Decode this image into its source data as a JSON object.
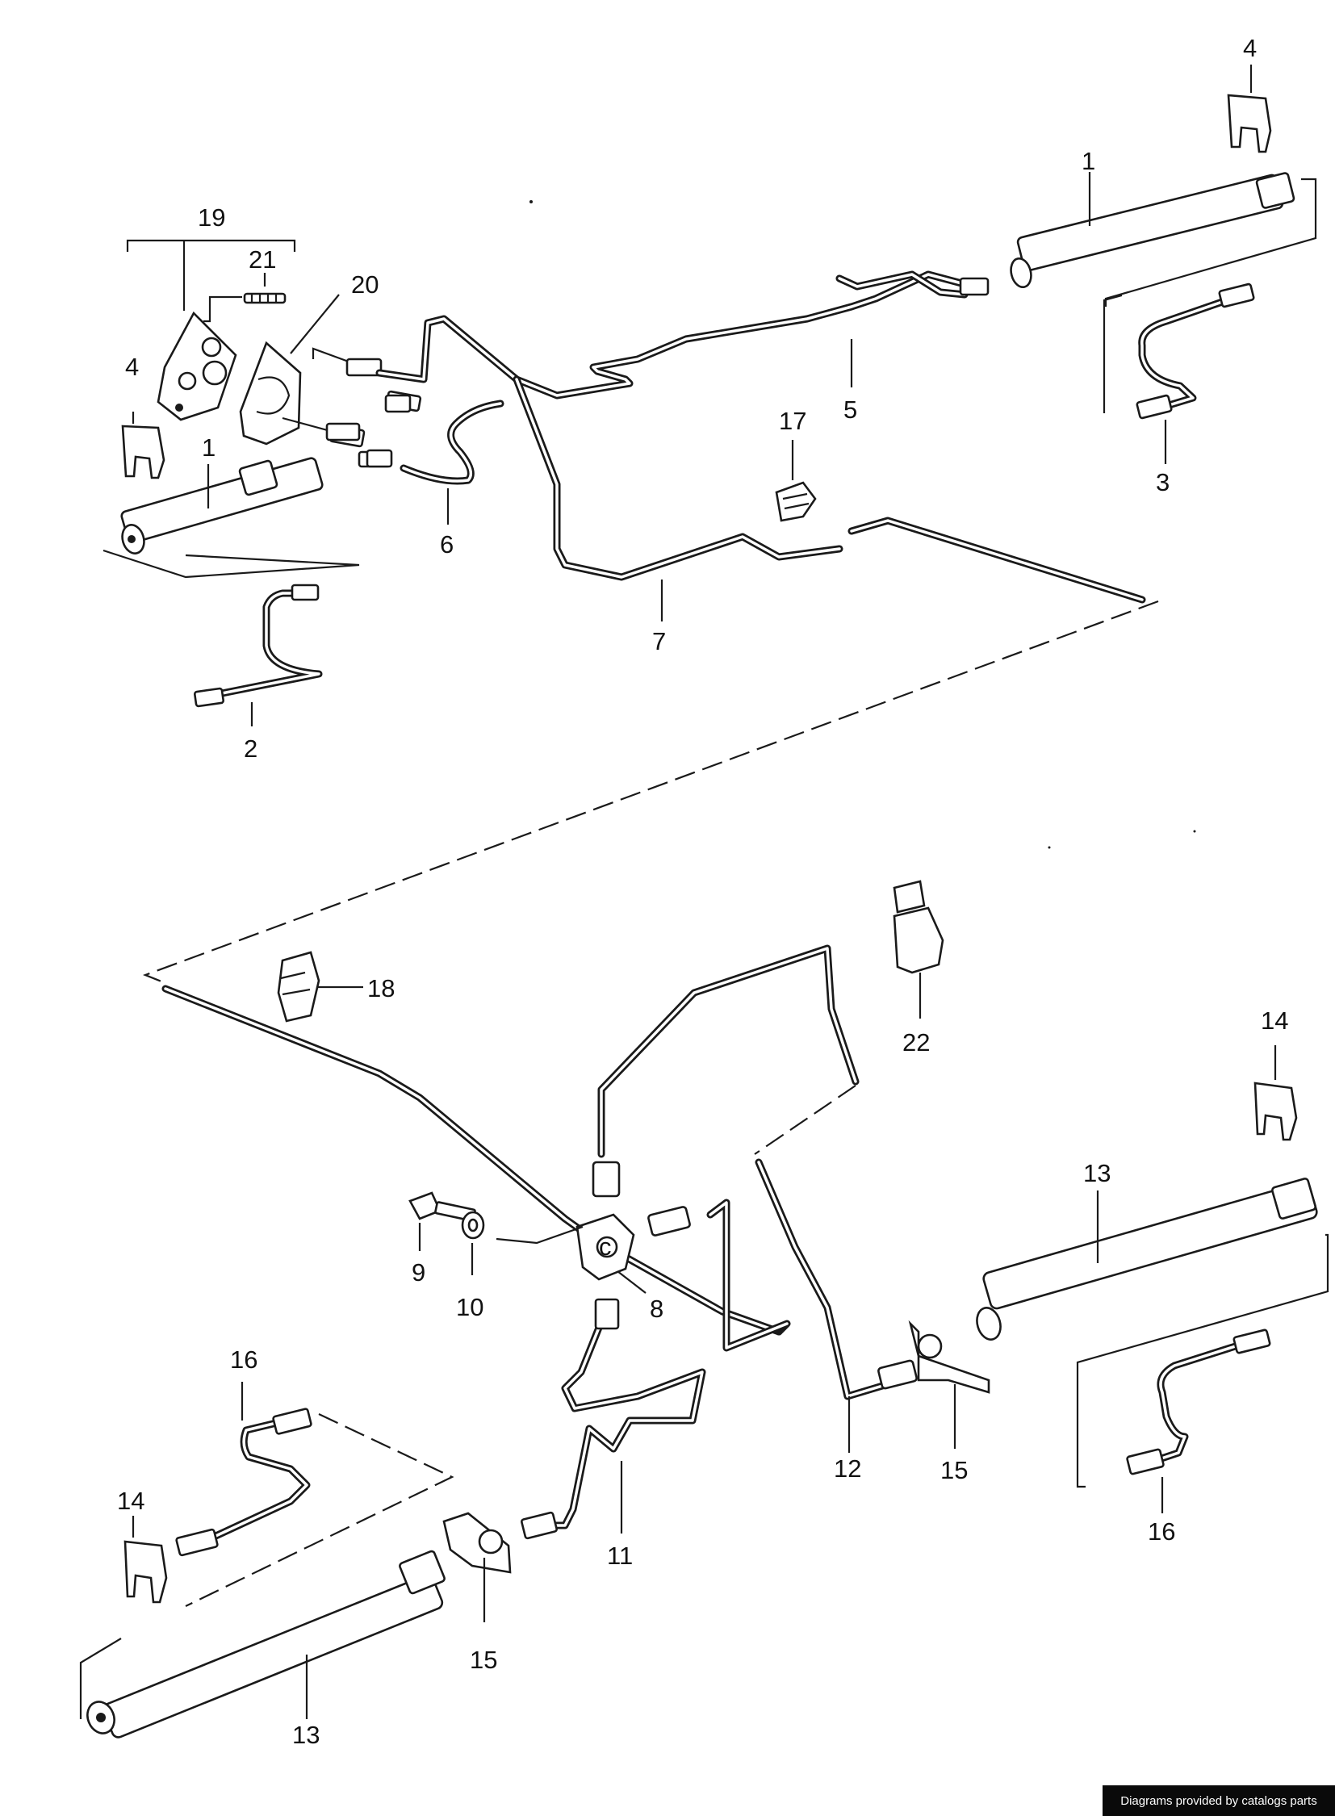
{
  "callouts": [
    "1",
    "2",
    "3",
    "4",
    "5",
    "6",
    "7",
    "8",
    "9",
    "10",
    "11",
    "12",
    "13",
    "14",
    "15",
    "16",
    "17",
    "18",
    "19",
    "20",
    "21",
    "22"
  ],
  "credit": {
    "text": "Diagrams provided by catalogs parts"
  }
}
